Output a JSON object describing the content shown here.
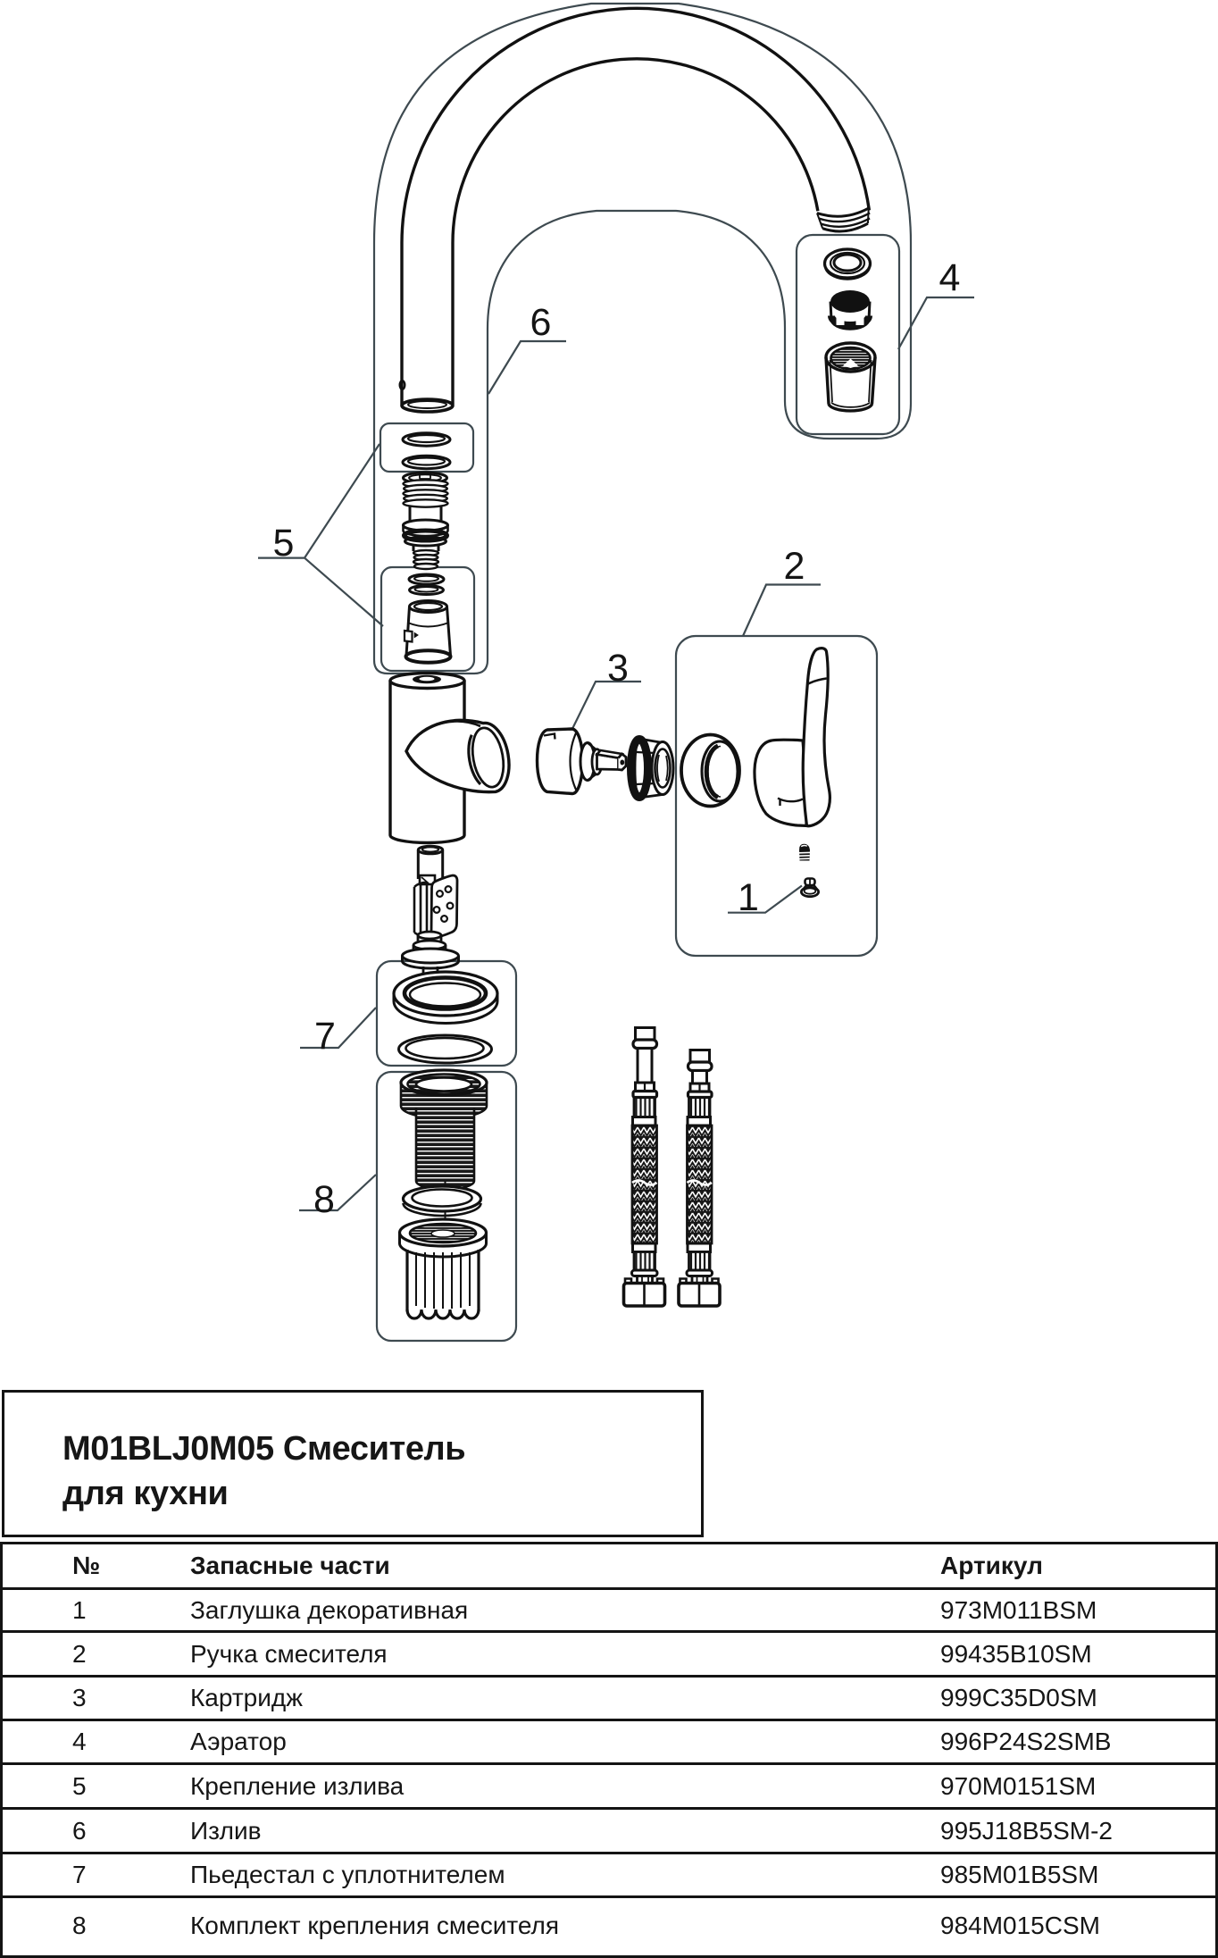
{
  "diagram": {
    "stroke_colors": {
      "part_lines": "#111111",
      "callout_lines": "#3e4a50"
    },
    "callouts": [
      {
        "label": "1"
      },
      {
        "label": "2"
      },
      {
        "label": "3"
      },
      {
        "label": "4"
      },
      {
        "label": "5"
      },
      {
        "label": "6"
      },
      {
        "label": "7"
      },
      {
        "label": "8"
      }
    ]
  },
  "title_block": {
    "line1": "M01BLJ0M05 Смеситель",
    "line2": "для кухни"
  },
  "table": {
    "headers": {
      "num": "№",
      "name": "Запасные части",
      "sku": "Артикул"
    },
    "rows": [
      {
        "num": "1",
        "name": "Заглушка декоративная",
        "sku": "973M011BSM"
      },
      {
        "num": "2",
        "name": "Ручка смесителя",
        "sku": "99435B10SM"
      },
      {
        "num": "3",
        "name": "Картридж",
        "sku": "999C35D0SM"
      },
      {
        "num": "4",
        "name": "Аэратор",
        "sku": "996P24S2SMB"
      },
      {
        "num": "5",
        "name": "Крепление излива",
        "sku": "970M0151SM"
      },
      {
        "num": "6",
        "name": "Излив",
        "sku": "995J18B5SM-2"
      },
      {
        "num": "7",
        "name": "Пьедестал с уплотнителем",
        "sku": "985M01B5SM"
      },
      {
        "num": "8",
        "name": "Комплект крепления смесителя",
        "sku": "984M015CSM"
      }
    ]
  }
}
